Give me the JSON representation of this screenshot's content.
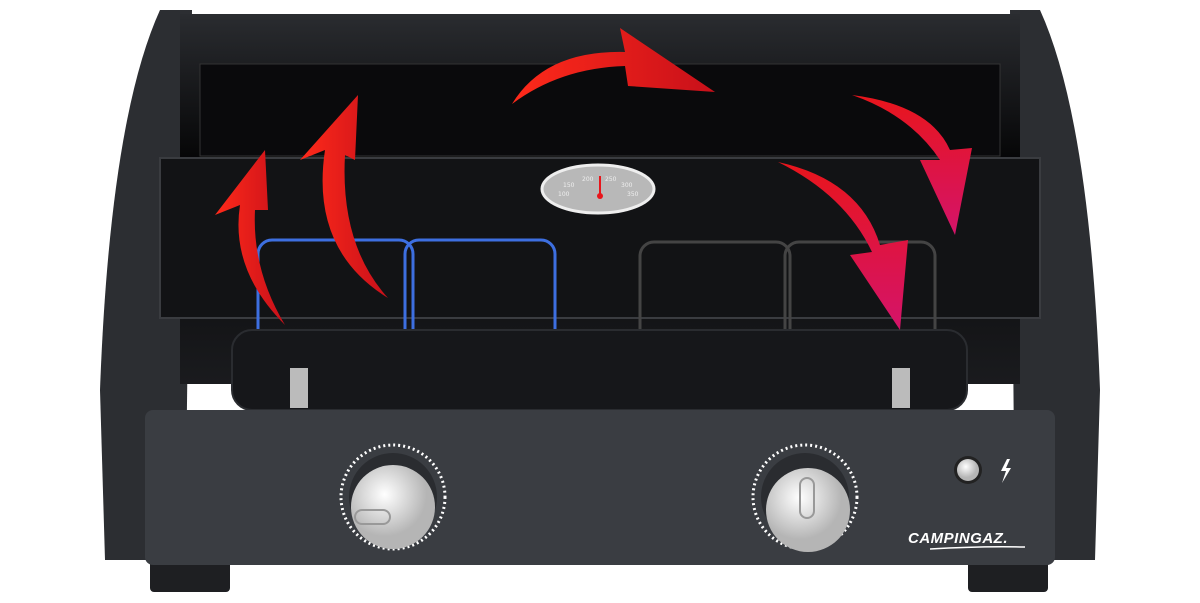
{
  "product": {
    "brand_logo": "CAMPINGAZ.",
    "thermometer_scale": [
      "100",
      "150",
      "200",
      "250",
      "300",
      "350"
    ],
    "icons": [
      "thermometer-icon",
      "ignition-button-icon",
      "lightning-icon",
      "heat-flow-arrow-icon"
    ]
  },
  "colors": {
    "body": "#3a3d42",
    "lid": "#111214",
    "arrow_red": "#e8151b",
    "arrow_magenta": "#d4145a",
    "burner_blue": "#3d6fe0",
    "knob": "#e6e6e6"
  }
}
